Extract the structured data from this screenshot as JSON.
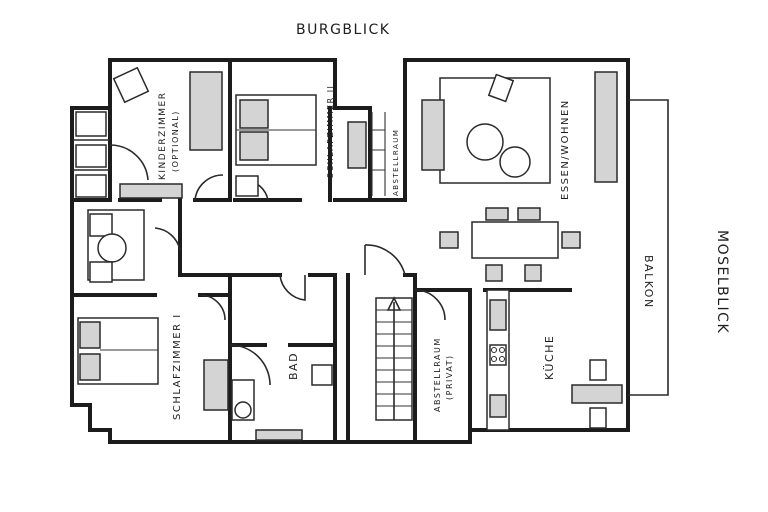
{
  "labels": {
    "north": "BURGBLICK",
    "east": "MOSELBLICK",
    "kinderzimmer": "KINDERZIMMER",
    "kinderzimmer_note": "(OPTIONAL)",
    "schlafzimmer2": "SCHLAFZIMMER II",
    "abstellraum": "ABSTELLRAUM",
    "essen_wohnen": "ESSEN/WOHNEN",
    "balkon": "BALKON",
    "schlafzimmer1": "SCHLAFZIMMER I",
    "bad": "BAD",
    "abstellraum_privat": "ABSTELLRAUM",
    "abstellraum_privat_note": "(PRIVAT)",
    "kueche": "KÜCHE"
  }
}
